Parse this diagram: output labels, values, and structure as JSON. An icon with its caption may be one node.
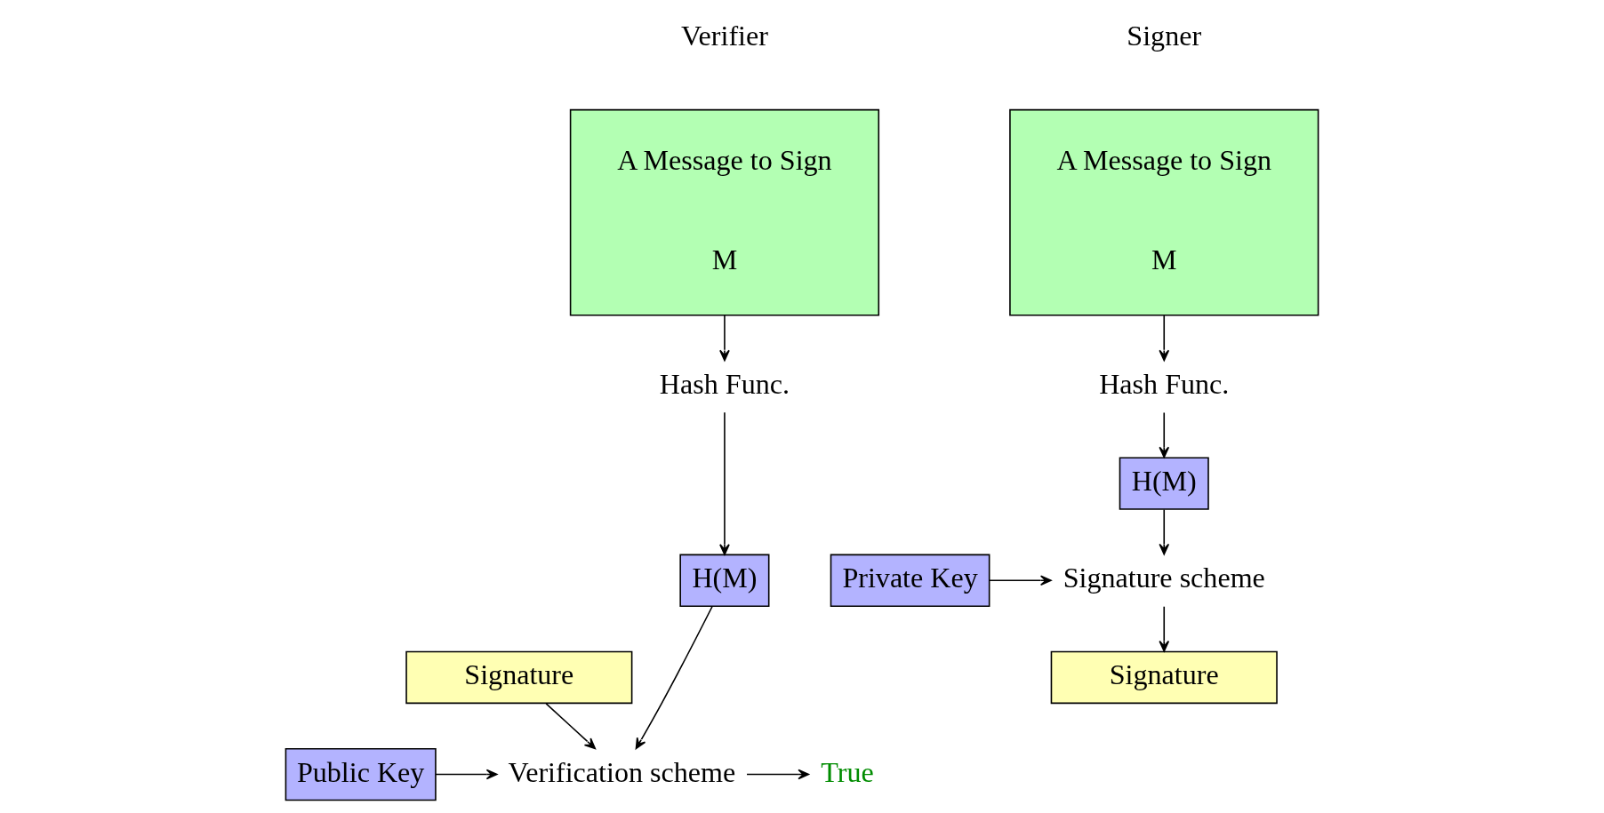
{
  "diagram": {
    "nodes": [
      {
        "text": [
          "A Message to Sign",
          "M"
        ]
      },
      {
        "text": [
          "Hash Func."
        ]
      },
      {
        "text": [
          "H(M)"
        ]
      },
      {
        "text": [
          "Private Key"
        ]
      },
      {
        "text": [
          "Signature scheme"
        ]
      },
      {
        "text": [
          "Signature"
        ]
      },
      {
        "text": [
          "A Message to Sign",
          "M"
        ]
      },
      {
        "text": [
          "Hash Func."
        ]
      },
      {
        "text": [
          "H(M)"
        ]
      },
      {
        "text": [
          "Public Key"
        ]
      },
      {
        "text": [
          "Verification scheme"
        ]
      },
      {
        "text": [
          "Signature"
        ]
      },
      {
        "text": [
          "True"
        ]
      }
    ],
    "edges": [
      {
        "from": 0,
        "to": 1,
        "arrow": "to"
      },
      {
        "from": 1,
        "to": 2,
        "arrow": "to"
      },
      {
        "from": 2,
        "to": 4,
        "arrow": "to"
      },
      {
        "from": 3,
        "to": 4,
        "arrow": "to"
      },
      {
        "from": 4,
        "to": 5,
        "arrow": "to"
      },
      {
        "from": 6,
        "to": 7,
        "arrow": "to"
      },
      {
        "from": 7,
        "to": 8,
        "arrow": "to"
      },
      {
        "from": 8,
        "to": 10,
        "arrow": "to"
      },
      {
        "from": 9,
        "to": 10,
        "arrow": "to"
      },
      {
        "from": 11,
        "to": 10,
        "arrow": "to"
      },
      {
        "from": 10,
        "to": 12,
        "arrow": "to"
      }
    ],
    "labels": [
      "Signer",
      "Verifier"
    ]
  }
}
